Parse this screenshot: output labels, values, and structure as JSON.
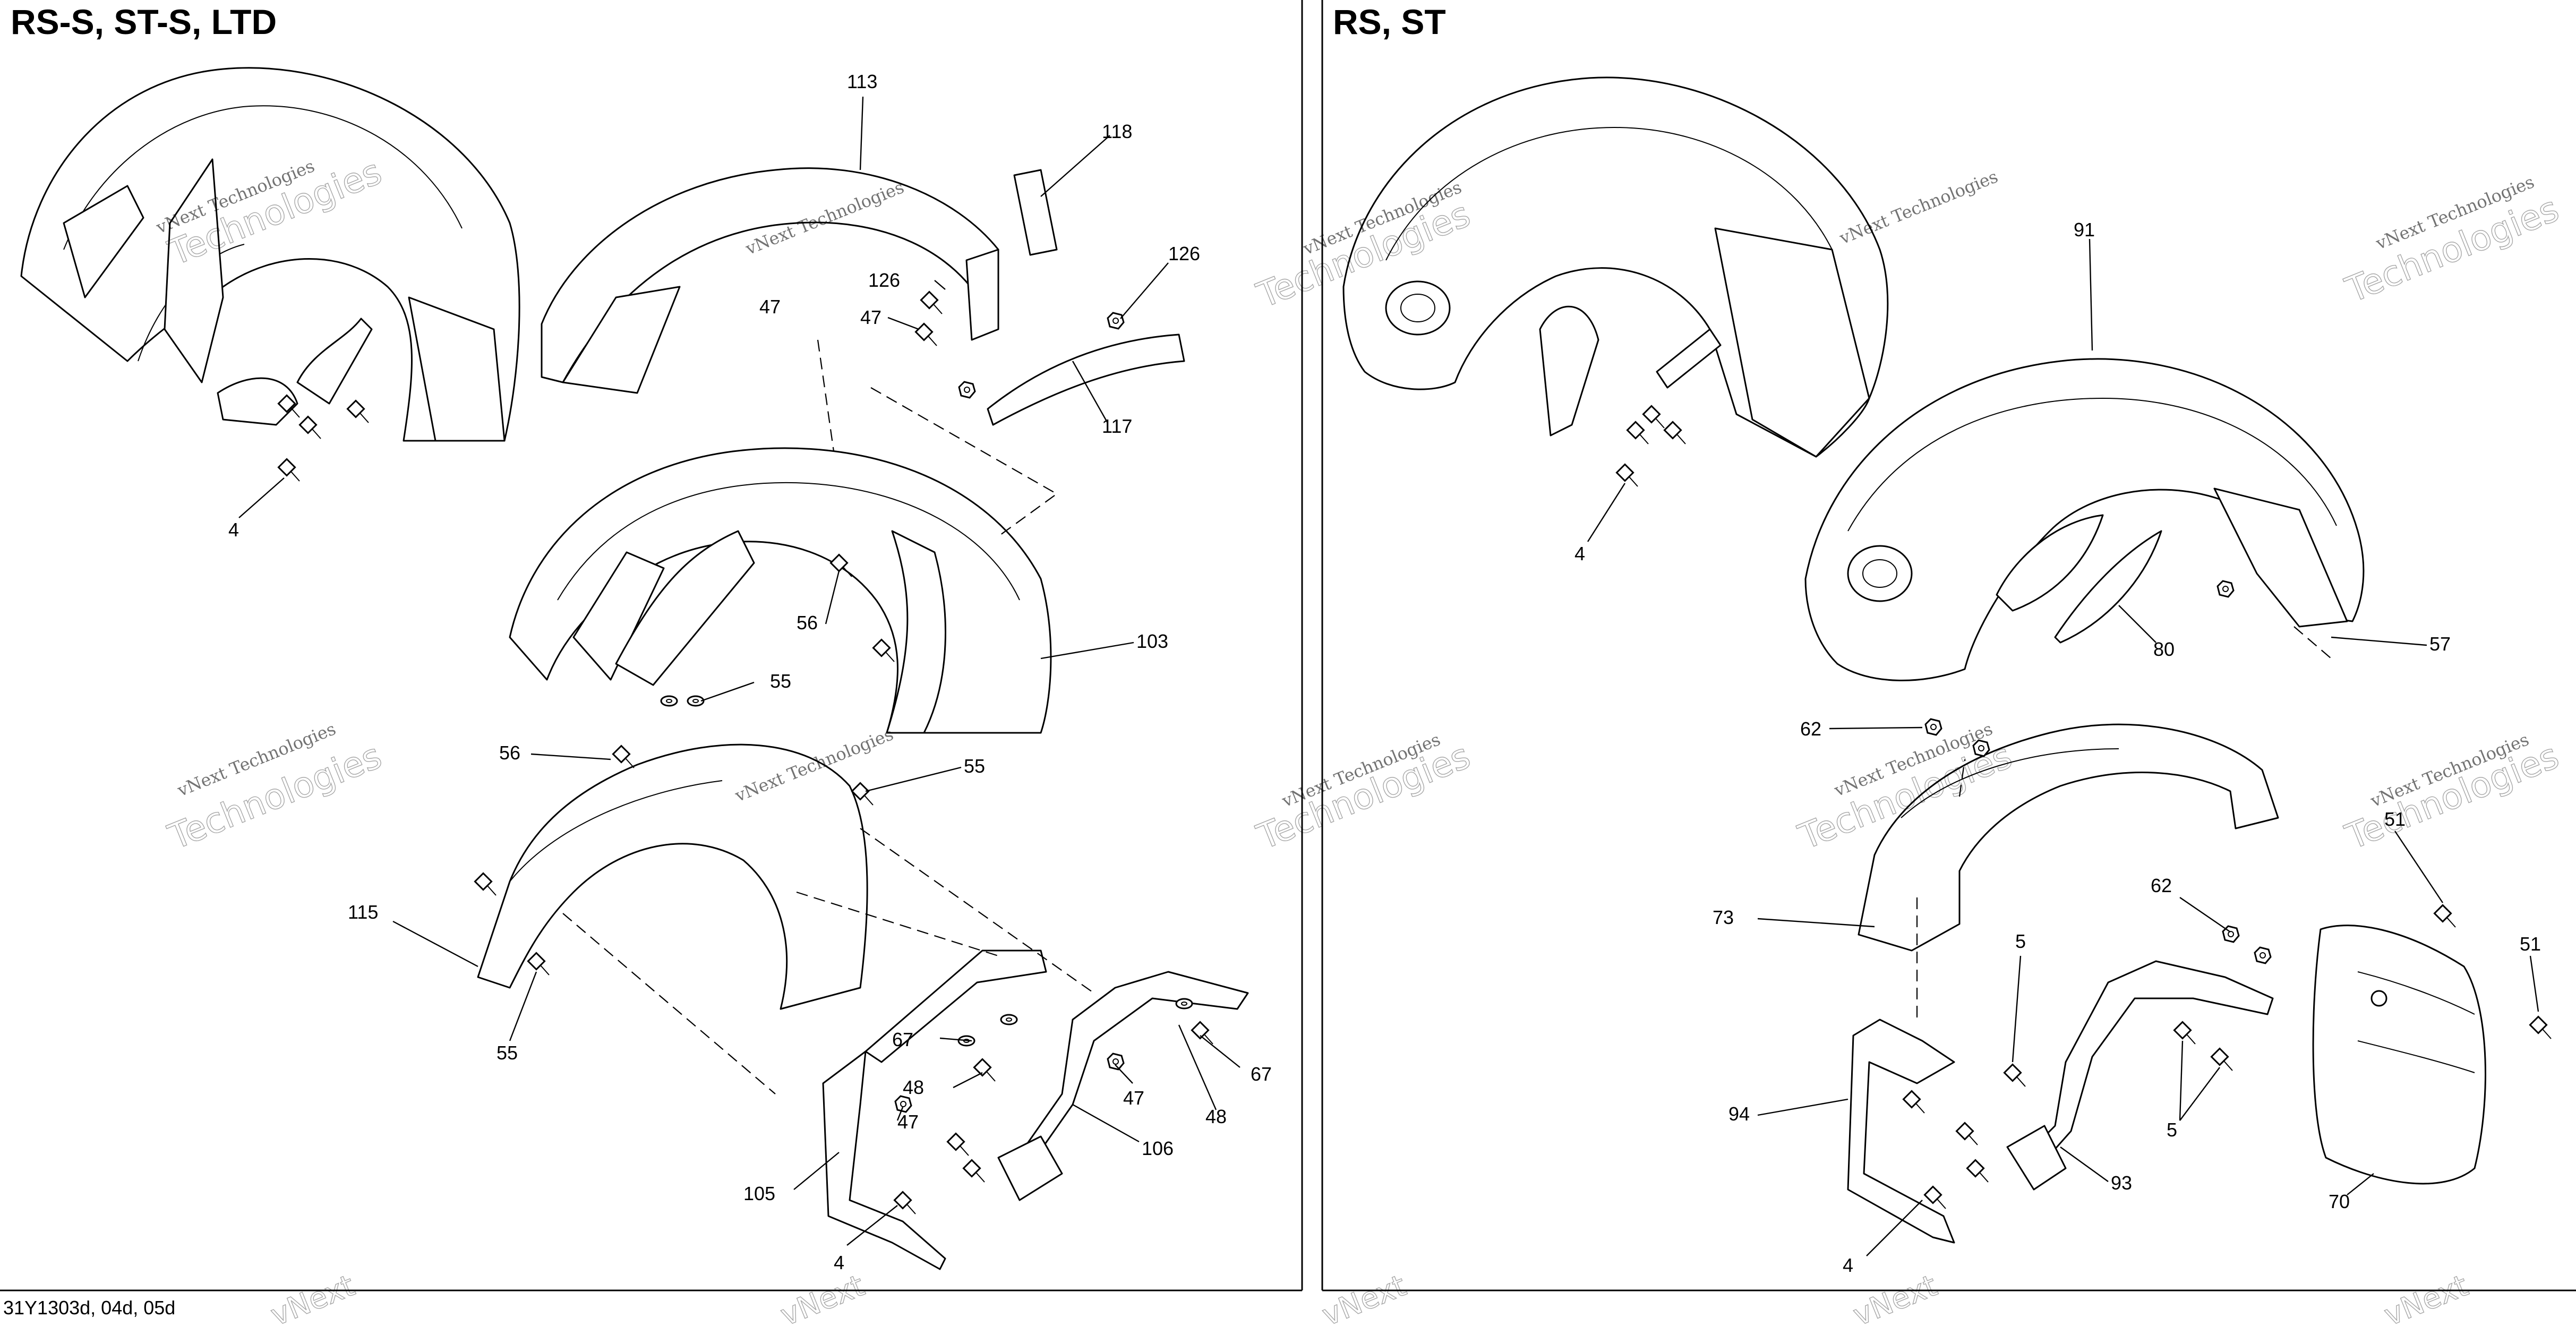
{
  "panels": [
    {
      "title": "RS-S, ST-S, LTD"
    },
    {
      "title": "RS, ST"
    }
  ],
  "callouts": {
    "left": [
      "113",
      "118",
      "126",
      "47",
      "126",
      "47",
      "117",
      "4",
      "56",
      "103",
      "55",
      "56",
      "55",
      "115",
      "55",
      "67",
      "48",
      "47",
      "47",
      "67",
      "48",
      "106",
      "105",
      "4"
    ],
    "right": [
      "91",
      "4",
      "80",
      "57",
      "62",
      "73",
      "51",
      "62",
      "5",
      "51",
      "94",
      "5",
      "93",
      "70",
      "4"
    ]
  },
  "drawing_code": "31Y1303d, 04d, 05d",
  "watermark": {
    "line1": "vNext Technologies",
    "line2": "vNext",
    "line3": "Technologies"
  }
}
